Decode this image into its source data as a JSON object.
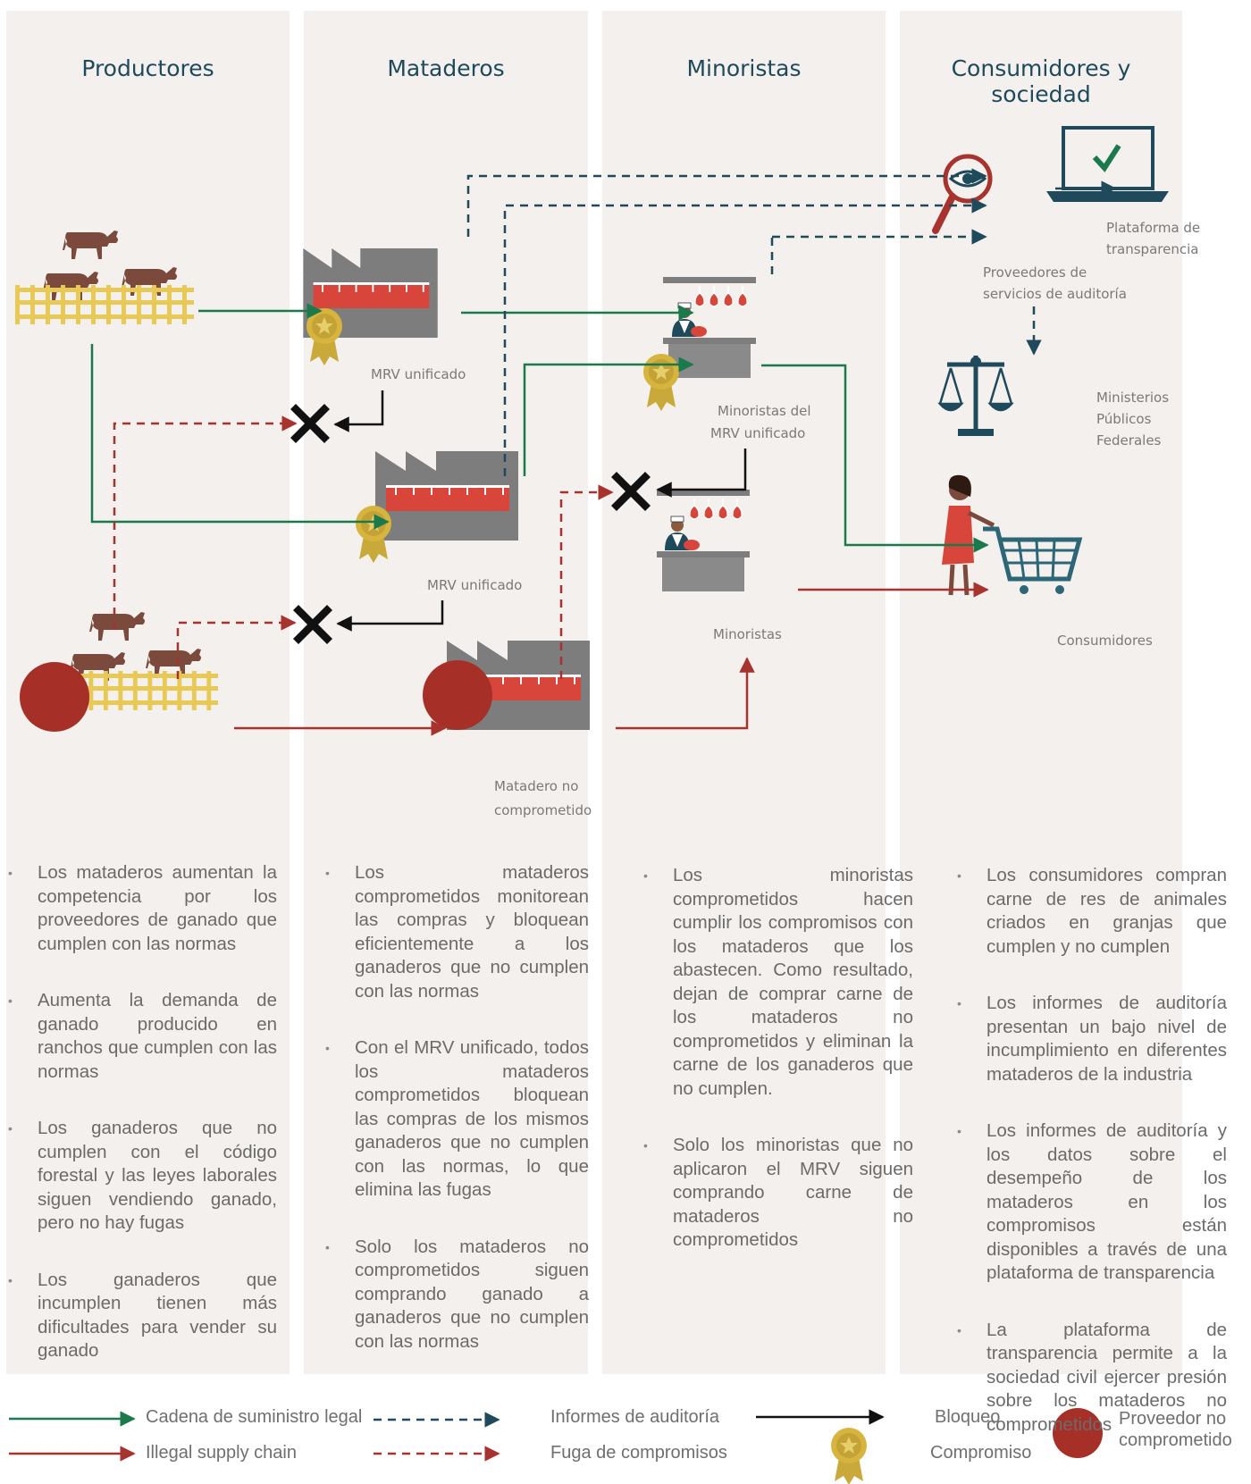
{
  "columns": [
    {
      "title": "Productores"
    },
    {
      "title": "Mataderos"
    },
    {
      "title": "Minoristas"
    },
    {
      "title": "Consumidores y sociedad"
    }
  ],
  "labels": {
    "mrv1": "MRV unificado",
    "mrv2": "MRV unificado",
    "slaughter_nc_1": "Matadero no",
    "slaughter_nc_2": "comprometido",
    "retail_mrv_1": "Minoristas del",
    "retail_mrv_2": "MRV unificado",
    "retail": "Minoristas",
    "platform_1": "Plataforma de",
    "platform_2": "transparencia",
    "auditors_1": "Proveedores de",
    "auditors_2": "servicios de auditoría",
    "ministry_1": "Ministerios",
    "ministry_2": "Públicos",
    "ministry_3": "Federales",
    "consumers": "Consumidores"
  },
  "bullets": {
    "productores": [
      "Los mataderos aumentan la competencia por los proveedores de ganado que cumplen con las normas",
      "Aumenta la demanda de ganado producido en ranchos que cumplen con las normas",
      "Los ganaderos que no cumplen con el código forestal y las leyes laborales siguen vendiendo ganado, pero no hay fugas",
      "Los ganaderos que incumplen tienen más dificultades para vender su ganado"
    ],
    "mataderos": [
      "Los mataderos comprometidos monitorean las compras y bloquean eficientemente a los ganaderos que no cumplen con las normas",
      "Con el MRV unificado, todos los mataderos comprometidos bloquean las compras de los mismos ganaderos que no cumplen con las normas, lo que elimina las fugas",
      "Solo los mataderos no comprometidos siguen comprando ganado a ganaderos que no cumplen con las normas"
    ],
    "minoristas": [
      "Los minoristas comprometidos hacen cumplir los compromisos con los mataderos que los abastecen. Como resultado, dejan de comprar carne de los mataderos no comprometidos y eliminan la carne de los ganaderos que no cumplen.",
      "Solo los minoristas que no aplicaron el MRV siguen comprando carne de mataderos no comprometidos"
    ],
    "consumidores": [
      "Los consumidores compran carne de res de animales criados en granjas que cumplen y no cumplen",
      "Los informes de auditoría presentan un bajo nivel de incumplimiento en diferentes mataderos de la industria",
      "Los informes de auditoría y los datos sobre el desempeño de los mataderos en los compromisos están disponibles a través de una plataforma de transparencia",
      "La plataforma de transparencia permite a la sociedad civil ejercer presión sobre los mataderos no comprometidos"
    ]
  },
  "legend": {
    "legal": "Cadena de suministro legal",
    "illegal": "Illegal supply chain",
    "audit": "Informes de auditoría",
    "leak": "Fuga de compromisos",
    "block": "Bloqueo",
    "commitment": "Compromiso",
    "noncommitted_1": "Proveedor no",
    "noncommitted_2": "comprometido"
  },
  "colors": {
    "legal": "#1a7a4c",
    "illegal": "#a8322d",
    "audit": "#1e4a5c",
    "block": "#111111",
    "fence": "#e8c955",
    "cow": "#7b4a3c",
    "building": "#7d7d7d",
    "meat": "#d8453b",
    "noncommitted": "#a62f28",
    "badge": "#d6b43e"
  },
  "icons": [
    "cattle-fence-icon",
    "factory-icon",
    "award-badge-icon",
    "block-x-icon",
    "butcher-counter-icon",
    "magnifier-eye-icon",
    "laptop-check-icon",
    "scales-icon",
    "shopper-cart-icon"
  ]
}
